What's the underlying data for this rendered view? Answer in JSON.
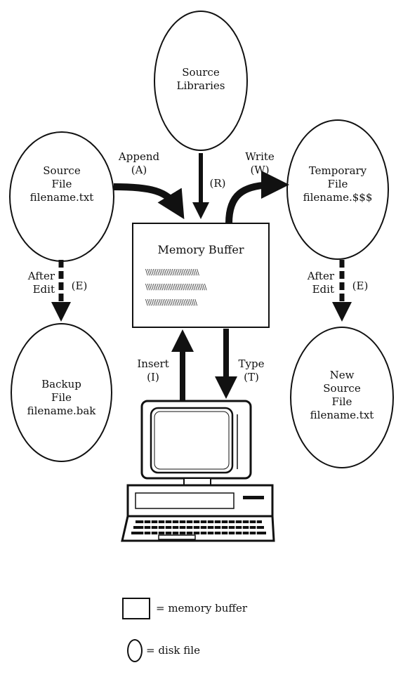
{
  "nodes": {
    "source_libraries": [
      "Source",
      "Libraries"
    ],
    "source_file": [
      "Source",
      "File",
      "filename.txt"
    ],
    "temporary_file": [
      "Temporary",
      "File",
      "filename.$$$"
    ],
    "memory_buffer": "Memory Buffer",
    "backup_file": [
      "Backup",
      "File",
      "filename.bak"
    ],
    "new_source_file": [
      "New",
      "Source",
      "File",
      "filename.txt"
    ]
  },
  "edges": {
    "append": [
      "Append",
      "(A)"
    ],
    "read": "(R)",
    "write": [
      "Write",
      "(W)"
    ],
    "after_edit_left": [
      "After",
      "Edit"
    ],
    "after_edit_left_code": "(E)",
    "after_edit_right": [
      "After",
      "Edit"
    ],
    "after_edit_right_code": "(E)",
    "insert": [
      "Insert",
      "(I)"
    ],
    "type": [
      "Type",
      "(T)"
    ]
  },
  "buffer_text_lines": [
    "\\\\\\\\\\\\\\\\\\\\\\\\\\\\\\\\\\\\\\\\\\\\\\\\\\\\\\\\",
    "\\\\\\\\\\\\\\\\\\\\\\\\\\\\\\\\\\\\\\\\\\\\\\\\\\\\\\\\\\\\\\\\",
    "\\\\\\\\\\\\\\\\\\\\\\\\\\\\\\\\\\\\\\\\\\\\\\\\\\\\\\"
  ],
  "legend": {
    "memory_buffer": "= memory buffer",
    "disk_file": "= disk file"
  },
  "colors": {
    "ink": "#111111",
    "background": "#ffffff"
  }
}
